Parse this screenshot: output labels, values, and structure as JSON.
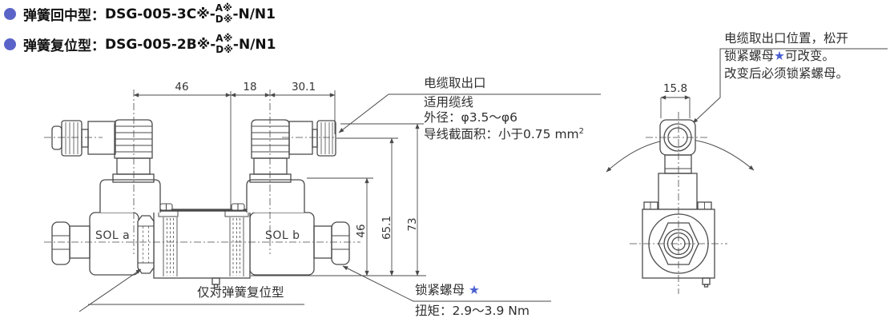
{
  "title_lines": [
    {
      "label": "弹簧回中型：",
      "model": "DSG-005-3C※-",
      "variant_top": "A※",
      "variant_bottom": "D※",
      "suffix": "-N/N1"
    },
    {
      "label": "弹簧复位型：",
      "model": "DSG-005-2B※-",
      "variant_top": "A※",
      "variant_bottom": "D※",
      "suffix": "-N/N1"
    }
  ],
  "front_view": {
    "sol_a": "SOL a",
    "sol_b": "SOL b",
    "spring_note": "仅对弹簧复位型"
  },
  "cable_outlet_note": {
    "title": "电缆取出口",
    "applicable": "适用缆线",
    "outer_dia": "外径：φ3.5～φ6",
    "wire_area": "导线截面积：小于0.75 mm",
    "wire_area_sup": "2"
  },
  "lock_nut_note": {
    "name": "锁紧螺母 ",
    "star": "★",
    "torque": "扭矩：2.9～3.9 Nm"
  },
  "position_note": {
    "line1": "电缆取出口位置，松开",
    "line2_pre": "锁紧螺母",
    "line2_star": "★",
    "line2_post": "可改变。",
    "line3": "改变后必须锁紧螺母。"
  },
  "dimensions": {
    "span_left": "46",
    "span_mid": "18",
    "span_right": "30.1",
    "height_coil": "46",
    "height_cable_center": "65.1",
    "height_cable_top": "73",
    "end_width": "15.8"
  },
  "colors": {
    "bullet_blue": "#5a64c8",
    "star_blue": "#4a5fd0",
    "line_gray": "#4a4a4a",
    "text_dark": "#2f2f2f"
  }
}
